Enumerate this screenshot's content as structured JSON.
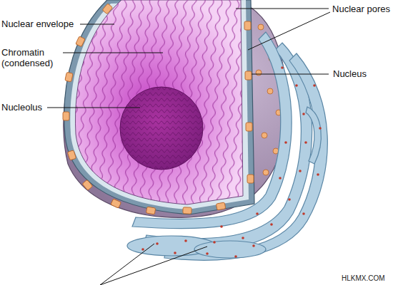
{
  "diagram": {
    "labels": [
      "Nuclear envelope",
      "Chromatin (condensed)",
      "Nucleolus",
      "Nuclear pores",
      "Nucleus",
      "HLKMX.COM"
    ]
  }
}
